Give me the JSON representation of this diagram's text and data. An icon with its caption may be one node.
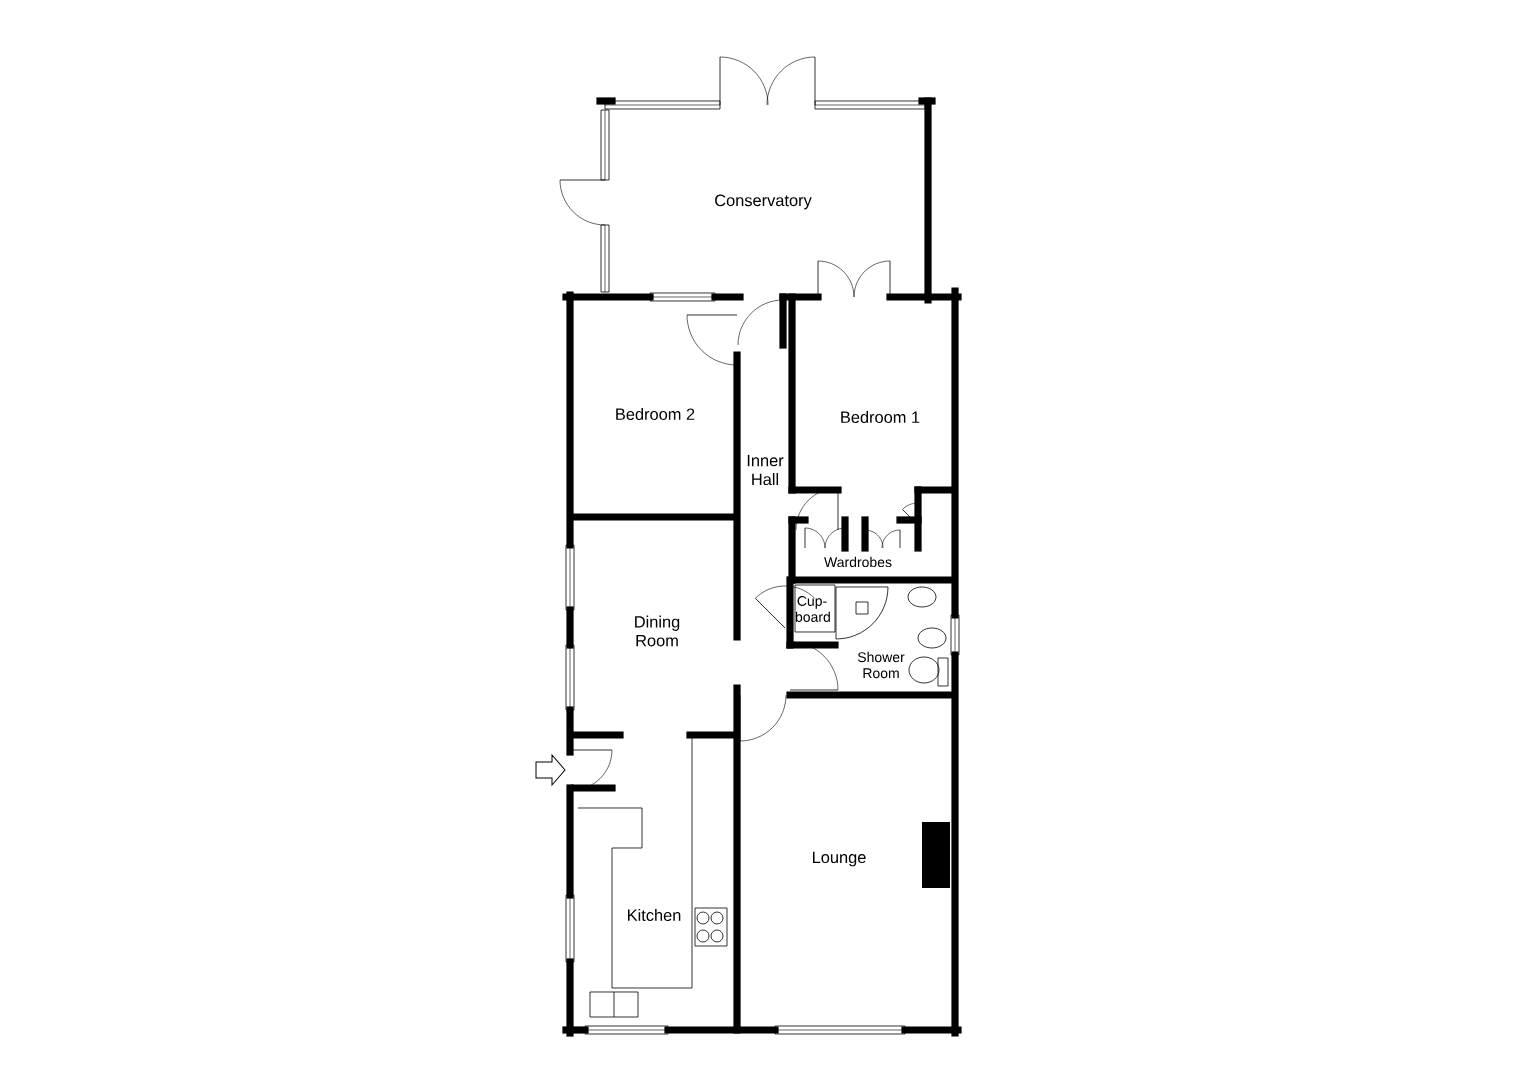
{
  "diagram": {
    "labels": [
      "Conservatory",
      "Bedroom 2",
      "Bedroom 1",
      "Inner Hall",
      "Wardrobes",
      "Cup- board",
      "Dining Room",
      "Shower Room",
      "Kitchen",
      "Lounge"
    ]
  }
}
